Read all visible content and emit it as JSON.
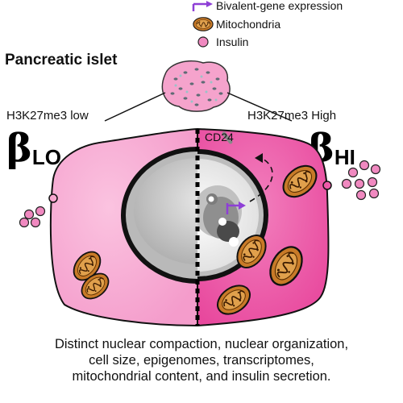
{
  "legend": {
    "items": [
      {
        "icon": "bivalent-arrow-icon",
        "label": "Bivalent-gene expression"
      },
      {
        "icon": "mitochondrion-icon",
        "label": "Mitochondria"
      },
      {
        "icon": "insulin-granule-icon",
        "label": "Insulin"
      }
    ]
  },
  "islet": {
    "title": "Pancreatic islet"
  },
  "labels": {
    "left_mark": "H3K27me3 low",
    "right_mark": "H3K27me3 High",
    "cd24": "CD24"
  },
  "cell_types": {
    "left": {
      "beta": "β",
      "subscript": "LO"
    },
    "right": {
      "beta": "β",
      "subscript": "HI"
    }
  },
  "caption": {
    "lines": [
      "Distinct nuclear compaction, nuclear organization,",
      "cell size, epigenomes, transcriptomes,",
      "mitochondrial content, and insulin secretion."
    ]
  },
  "colors": {
    "left_cell": "#f7a6cf",
    "right_cell": "#ee5aa8",
    "mito_fill": "#c87a28",
    "insulin_fill": "#f089c0",
    "arrow": "#8e3fd6",
    "nucleus_left": "#cfcfcf",
    "nucleus_right_ring": "#8a8a8a"
  }
}
